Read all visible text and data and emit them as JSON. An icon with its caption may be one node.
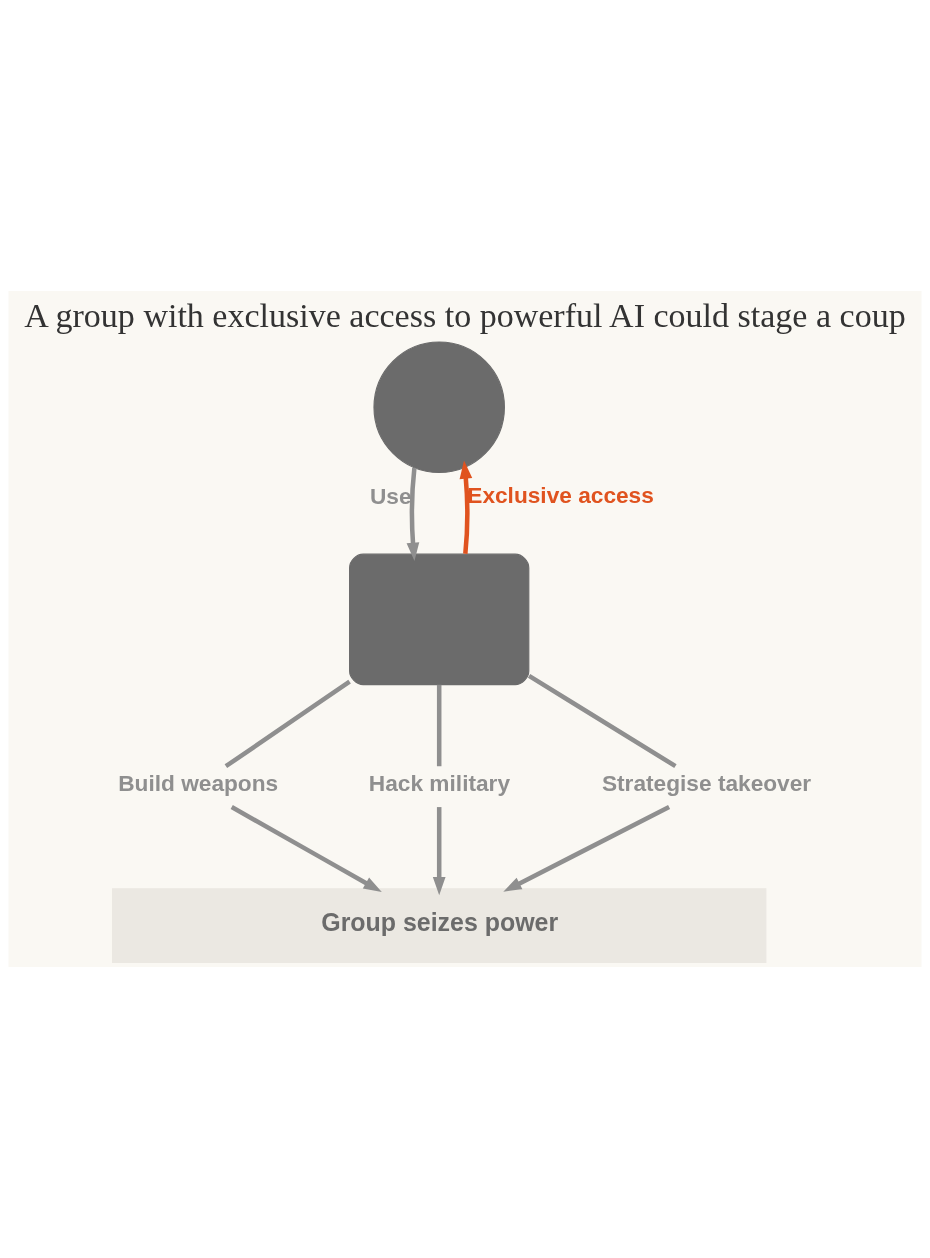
{
  "diagram": {
    "title": "A group with exclusive access to powerful AI could stage a coup",
    "nodes": [
      {
        "text": [],
        "shape": "person"
      },
      {
        "text": [],
        "shape": "robot"
      },
      {
        "text": [
          "Build weapons"
        ]
      },
      {
        "text": [
          "Hack military"
        ]
      },
      {
        "text": [
          "Strategise takeover"
        ]
      },
      {
        "text": [
          "Group seizes power"
        ]
      }
    ],
    "edges": [
      {
        "from": 1,
        "to": 0,
        "arrow": "to",
        "label": "Exclusive access",
        "color": "#e0531f"
      },
      {
        "from": 0,
        "to": 1,
        "arrow": "to",
        "label": "Use"
      },
      {
        "from": 1,
        "to": 2,
        "arrow": "none"
      },
      {
        "from": 1,
        "to": 3,
        "arrow": "none"
      },
      {
        "from": 1,
        "to": 4,
        "arrow": "none"
      },
      {
        "from": 2,
        "to": 5,
        "arrow": "to"
      },
      {
        "from": 3,
        "to": 5,
        "arrow": "to"
      },
      {
        "from": 4,
        "to": 5,
        "arrow": "to"
      }
    ]
  }
}
